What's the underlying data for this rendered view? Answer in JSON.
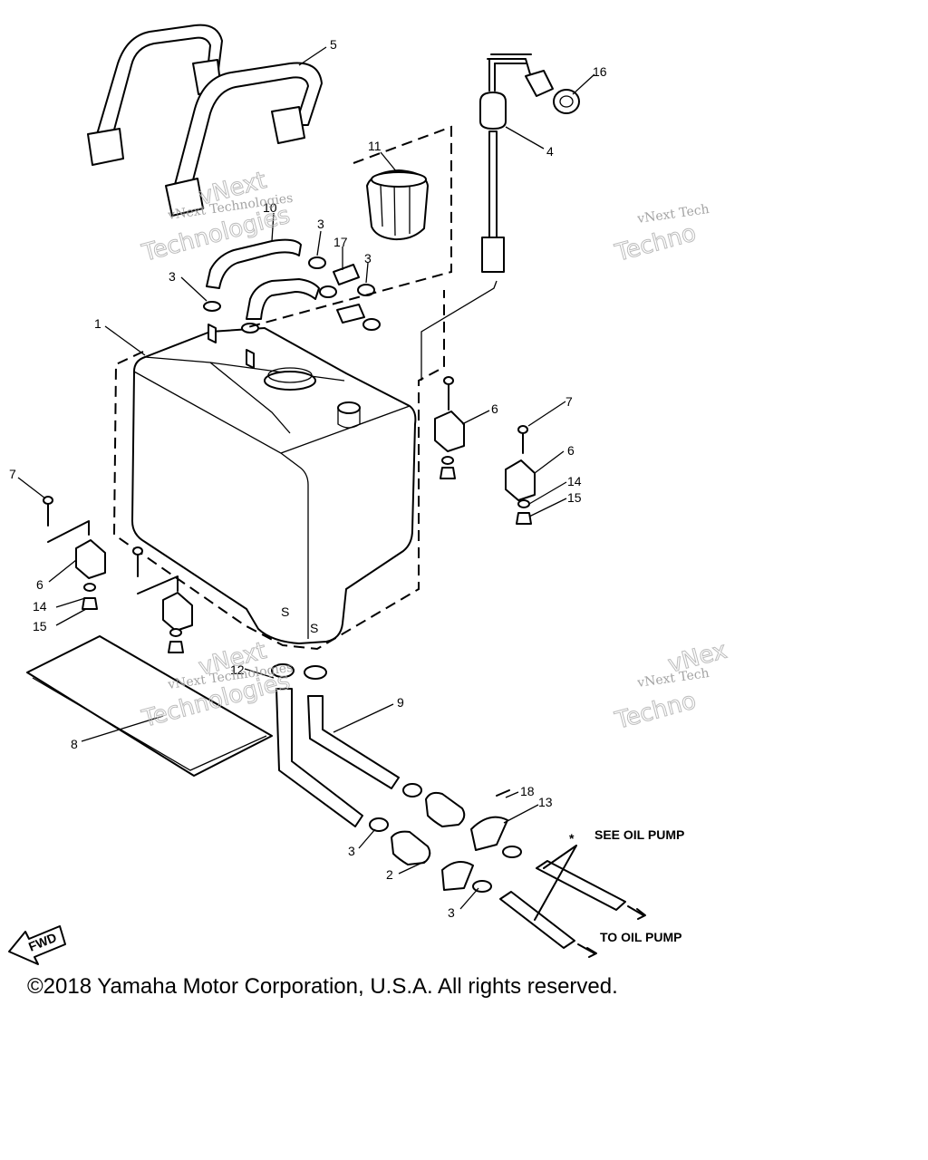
{
  "callouts": {
    "c1": "1",
    "c2": "2",
    "c3a": "3",
    "c3b": "3",
    "c3c": "3",
    "c3d": "3",
    "c3e": "3",
    "c4": "4",
    "c5": "5",
    "c6a": "6",
    "c6b": "6",
    "c6c": "6",
    "c7a": "7",
    "c7b": "7",
    "c8": "8",
    "c9": "9",
    "c10": "10",
    "c11": "11",
    "c12": "12",
    "c13": "13",
    "c14a": "14",
    "c14b": "14",
    "c15a": "15",
    "c15b": "15",
    "c16": "16",
    "c17": "17",
    "c18": "18"
  },
  "notes": {
    "see_oil_pump": "SEE OIL PUMP",
    "to_oil_pump": "TO OIL PUMP",
    "asterisk": "*",
    "fwd": "FWD"
  },
  "watermark": {
    "line1": "vNext Technologies",
    "line2": "vNext",
    "line3": "Technologies",
    "line4": "vNext Tech",
    "line5": "Techno",
    "line6": "vNex"
  },
  "copyright": "©2018 Yamaha Motor Corporation, U.S.A. All rights reserved."
}
